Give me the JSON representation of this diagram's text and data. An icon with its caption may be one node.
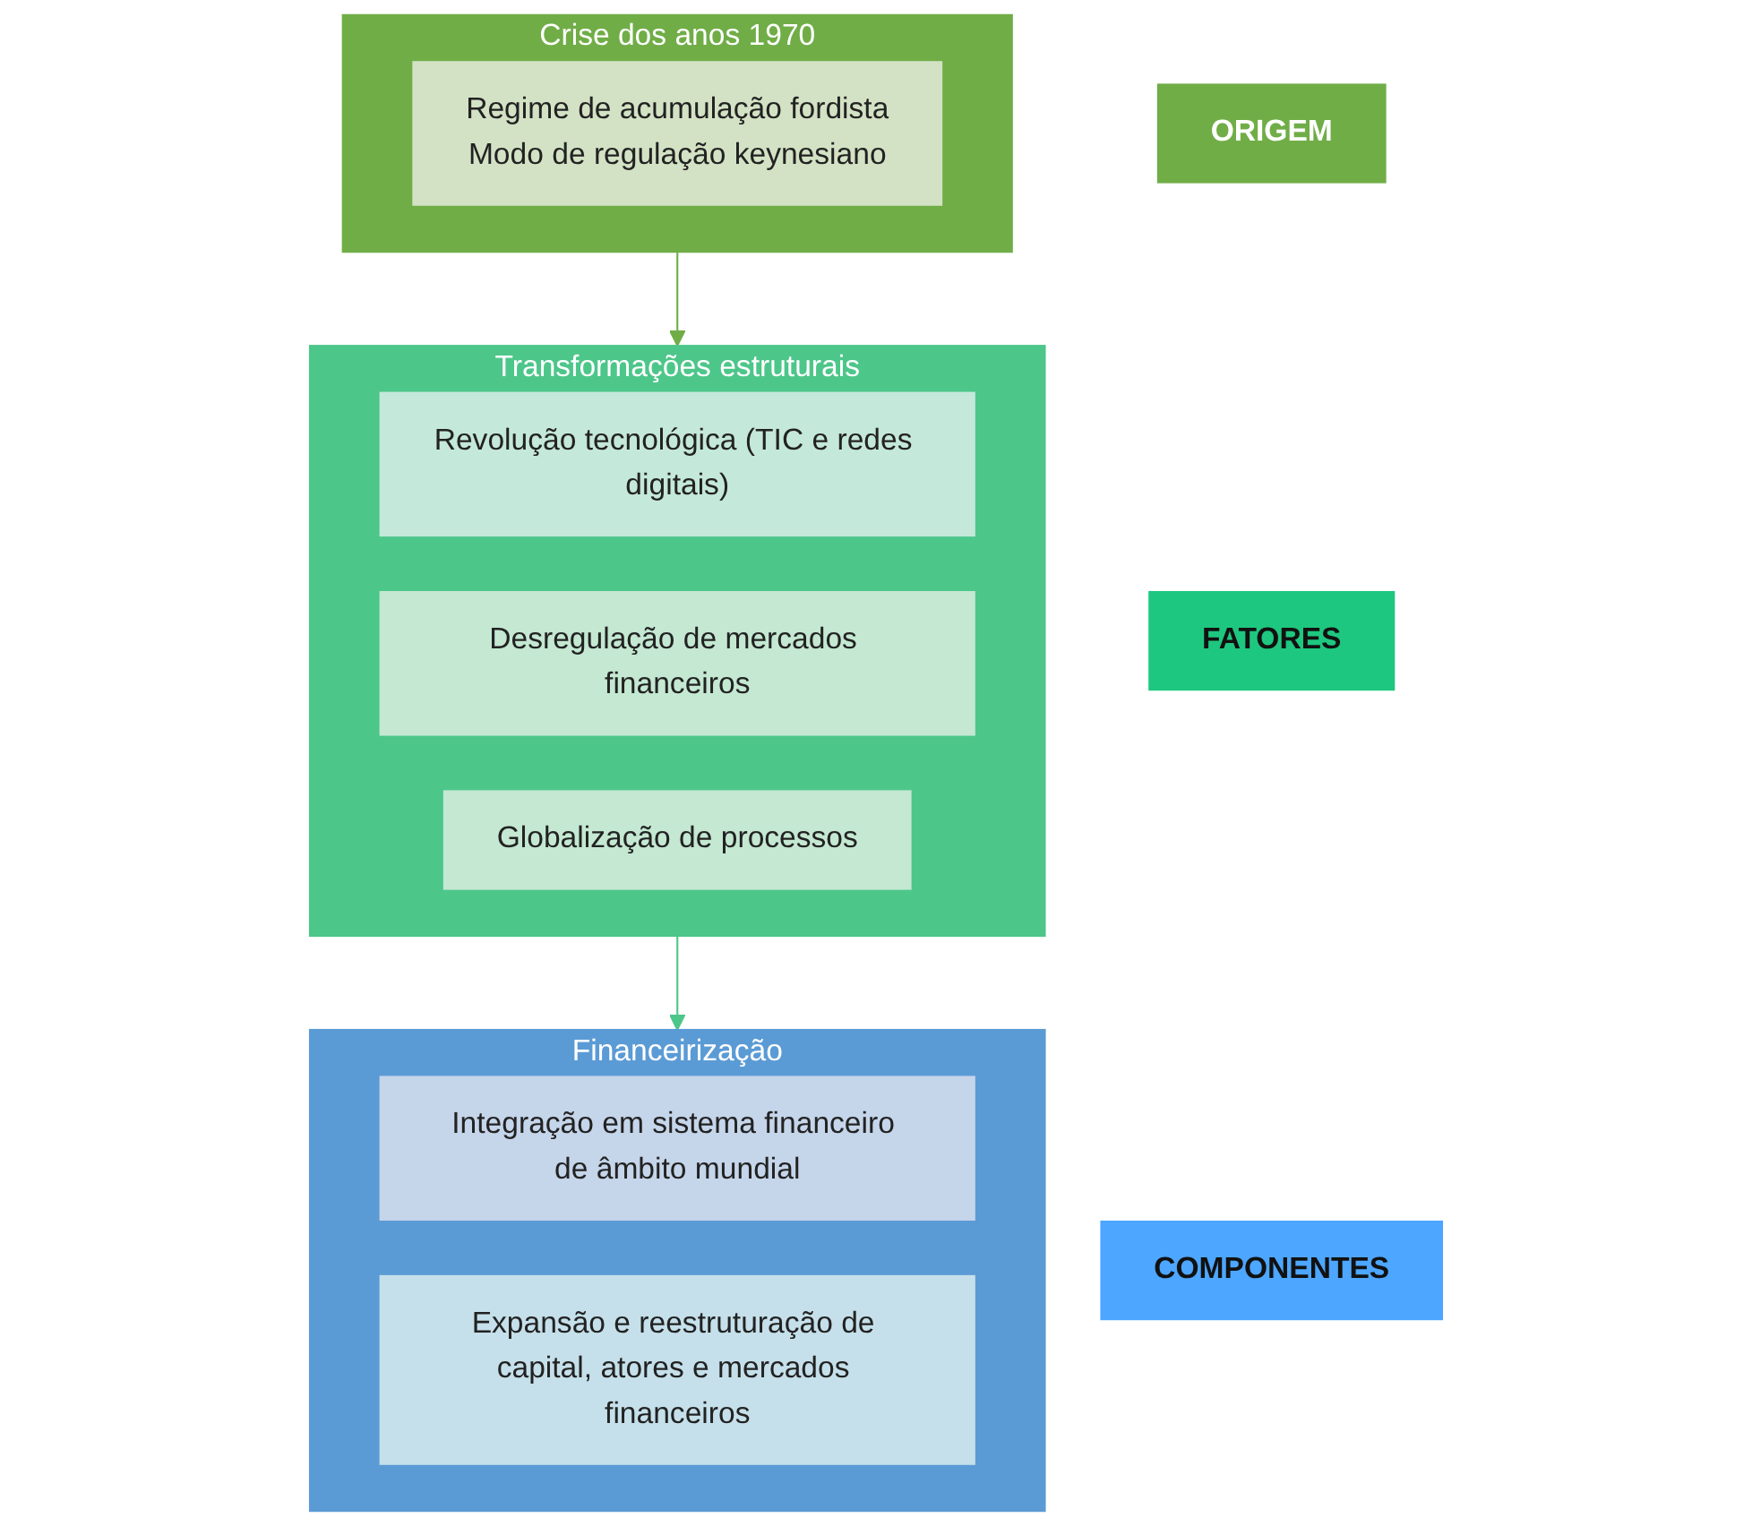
{
  "diagram": {
    "nodes": [
      {
        "text": [
          "ORIGEM"
        ]
      },
      {
        "text": [
          "Crise dos anos 1970"
        ]
      },
      {
        "text": [
          "Regime de acumulação fordista",
          "Modo de regulação keynesiano"
        ],
        "in": 1
      },
      {
        "text": [
          "FATORES"
        ]
      },
      {
        "text": [
          "Transformações estruturais"
        ]
      },
      {
        "text": [
          "Revolução tecnológica (TIC e redes digitais)"
        ],
        "in": 4
      },
      {
        "text": [
          "Desregulação de mercados financeiros"
        ],
        "in": 4
      },
      {
        "text": [
          "Globalização de processos"
        ],
        "in": 4
      },
      {
        "text": [
          "COMPONENTES"
        ]
      },
      {
        "text": [
          "Financeirização"
        ]
      },
      {
        "text": [
          "Integração em sistema financeiro de âmbito mundial"
        ],
        "in": 9
      },
      {
        "text": [
          "Expansão e reestruturação de capital, atores e mercados financeiros"
        ],
        "in": 9
      }
    ],
    "edges": [
      {
        "from": 1,
        "to": 4,
        "arrow": "to",
        "color": "#70ad47"
      },
      {
        "from": 4,
        "to": 9,
        "arrow": "to",
        "color": "#4dc68a"
      }
    ]
  }
}
